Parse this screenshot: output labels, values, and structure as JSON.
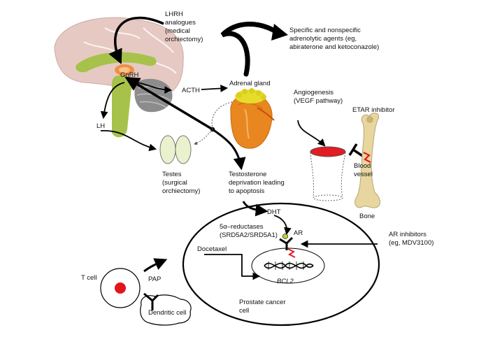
{
  "labels": {
    "lhrh": [
      "LHRH",
      "analogues",
      "(medical",
      "orchiectomy)"
    ],
    "gnrh": "GnRH",
    "lh": "LH",
    "acth": "ACTH",
    "adrenal_gland": "Adrenal gland",
    "adrenolytic": [
      "Specific and nonspecific",
      "adrenolytic agents (eg,",
      "abiraterone and ketoconazole)"
    ],
    "angiogenesis": [
      "Angiogenesis",
      "(VEGF pathway)"
    ],
    "etar": "ETAR inhibitor",
    "blood_vessel": [
      "Blood",
      "vessel"
    ],
    "bone": "Bone",
    "testes": [
      "Testes",
      "(surgical",
      "orchiectomy)"
    ],
    "testosterone": [
      "Testosterone",
      "deprivation leading",
      "to apoptosis"
    ],
    "dht": "DHT",
    "ar": "AR",
    "reductases": [
      "5α–reductases",
      "(SRD5A2/SRD5A1)"
    ],
    "ar_inhibitors": [
      "AR inhibitors",
      "(eg, MDV3100)"
    ],
    "docetaxel": "Docetaxel",
    "bcl2": "BCL2",
    "prostate": [
      "Prostate cancer",
      "cell"
    ],
    "tcell": "T cell",
    "pap": "PAP",
    "dendritic": "Dendritic cell"
  },
  "colors": {
    "brain_pink": "#e7c9c4",
    "hypothalamus_green": "#a6c24a",
    "pituitary_orange": "#ef8f43",
    "cerebellum_gray": "#8c8c8c",
    "adrenal_orange": "#e8871f",
    "adrenal_yellow": "#e6dc2a",
    "testes_green": "#e9f2cd",
    "vessel_red": "#e31b23",
    "bone_tan": "#e8d6a0",
    "ar_green": "#b8d434",
    "tcell_red": "#e3141a"
  }
}
